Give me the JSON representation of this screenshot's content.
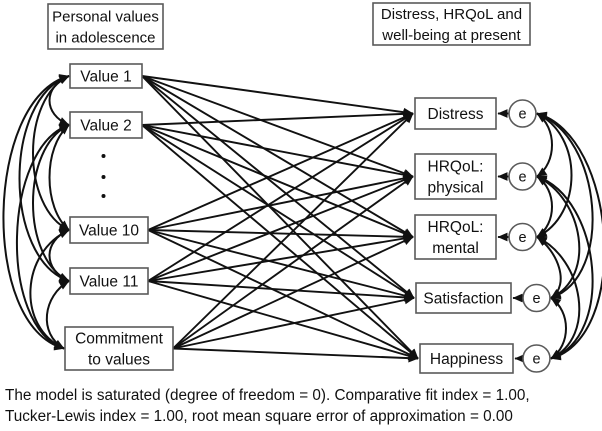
{
  "figure": {
    "left_group": {
      "header_lines": [
        "Personal values",
        "in adolescence"
      ],
      "nodes": [
        {
          "id": "value1",
          "lines": [
            "Value 1"
          ]
        },
        {
          "id": "value2",
          "lines": [
            "Value 2"
          ]
        },
        {
          "id": "value10",
          "lines": [
            "Value 10"
          ]
        },
        {
          "id": "value11",
          "lines": [
            "Value 11"
          ]
        },
        {
          "id": "commitment",
          "lines": [
            "Commitment",
            "to values"
          ]
        }
      ],
      "ellipsis_dot_count": 3
    },
    "right_group": {
      "header_lines": [
        "Distress, HRQoL and",
        "well-being at present"
      ],
      "nodes": [
        {
          "id": "distress",
          "lines": [
            "Distress"
          ]
        },
        {
          "id": "hrqol_physical",
          "lines": [
            "HRQoL:",
            "physical"
          ]
        },
        {
          "id": "hrqol_mental",
          "lines": [
            "HRQoL:",
            "mental"
          ]
        },
        {
          "id": "satisfaction",
          "lines": [
            "Satisfaction"
          ]
        },
        {
          "id": "happiness",
          "lines": [
            "Happiness"
          ]
        }
      ],
      "error_label": "e"
    },
    "structural_paths": {
      "saturated": true,
      "from": [
        "value1",
        "value2",
        "value10",
        "value11",
        "commitment"
      ],
      "to": [
        "distress",
        "hrqol_physical",
        "hrqol_mental",
        "satisfaction",
        "happiness"
      ]
    },
    "covariances": {
      "left_all_pairs": true,
      "error_all_pairs": true
    }
  },
  "caption": {
    "line1": "The model is saturated (degree of freedom = 0). Comparative fit index = 1.00,",
    "line2": "Tucker-Lewis index = 1.00, root mean square error of approximation = 0.00"
  },
  "colors": {
    "arrow": "#111111",
    "box_border": "#5a5a5a",
    "text": "#111111",
    "background": "#ffffff"
  }
}
